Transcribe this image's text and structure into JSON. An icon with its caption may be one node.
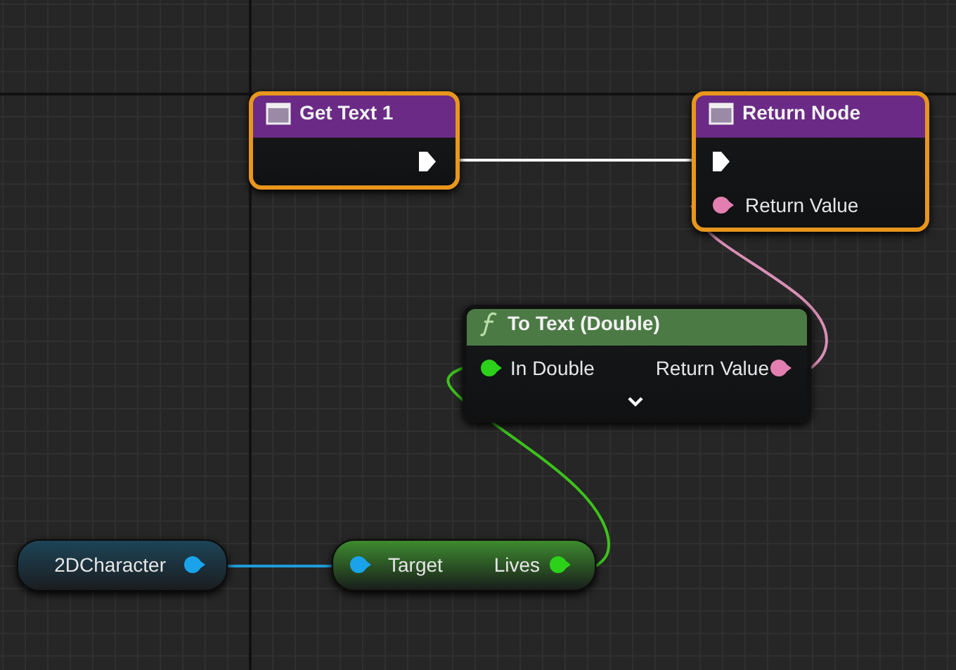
{
  "diagram": {
    "nodes": [
      {
        "text": [
          "Get Text 1"
        ]
      },
      {
        "text": [
          "Return Node",
          "Return Value"
        ]
      },
      {
        "text": [
          "To Text (Double)",
          "In Double",
          "Return Value"
        ]
      },
      {
        "text": [
          "2DCharacter"
        ]
      },
      {
        "text": [
          "Target",
          "Lives"
        ]
      }
    ],
    "edges": [
      {
        "from": 0,
        "to": 1,
        "arrow": "none",
        "color": "#ffffff"
      },
      {
        "from": 2,
        "to": 1,
        "arrow": "none",
        "color": "#d98fb5"
      },
      {
        "from": 3,
        "to": 4,
        "arrow": "none",
        "color": "#1f9ad6"
      },
      {
        "from": 4,
        "to": 2,
        "arrow": "none",
        "color": "#3cc21c"
      }
    ]
  }
}
